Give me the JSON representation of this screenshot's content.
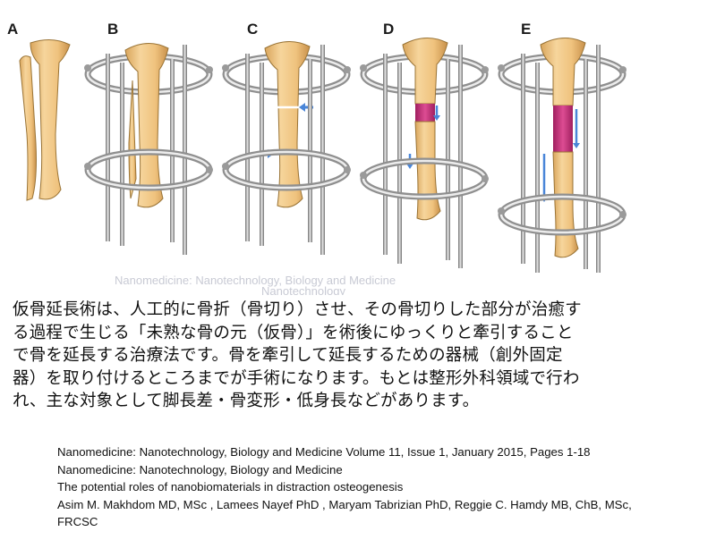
{
  "figure": {
    "panels": [
      {
        "label": "A",
        "icon": "tibia-fibula-bone-icon"
      },
      {
        "label": "B",
        "icon": "external-fixator-frame-icon"
      },
      {
        "label": "C",
        "icon": "osteotomy-icon"
      },
      {
        "label": "D",
        "icon": "distraction-icon"
      },
      {
        "label": "E",
        "icon": "lengthened-bone-icon"
      }
    ],
    "watermark_line1": "Nanomedicine: Nanotechnology, Biology and Medicine",
    "watermark_line2": "Nanotechnology",
    "colors": {
      "bone": "#f0c787",
      "bone_outline": "#9a7436",
      "frame": "#8f8f8f",
      "frame_light": "#e6e6e6",
      "regenerate": "#c7317a",
      "arrow": "#4a86d8"
    }
  },
  "description": {
    "lines": [
      "仮骨延長術は、人工的に骨折（骨切り）させ、その骨切りした部分が治癒す",
      "る過程で生じる「未熟な骨の元（仮骨）」を術後にゆっくりと牽引すること",
      "で骨を延長する治療法です。骨を牽引して延長するための器械（創外固定",
      "器）を取り付けるところまでが手術になります。もとは整形外科領域で行わ",
      "れ、主な対象として脚長差・骨変形・低身長などがあります。"
    ]
  },
  "citation": {
    "line1": "Nanomedicine: Nanotechnology, Biology and Medicine    Volume 11, Issue 1, January 2015, Pages 1-18",
    "line2": "Nanomedicine: Nanotechnology, Biology and Medicine",
    "line3": "The potential roles of nanobiomaterials in distraction osteogenesis",
    "line4": "Asim M. Makhdom MD, MSc , Lamees Nayef PhD , Maryam Tabrizian PhD, Reggie C. Hamdy MB, ChB, MSc,",
    "line5": "FRCSC"
  }
}
